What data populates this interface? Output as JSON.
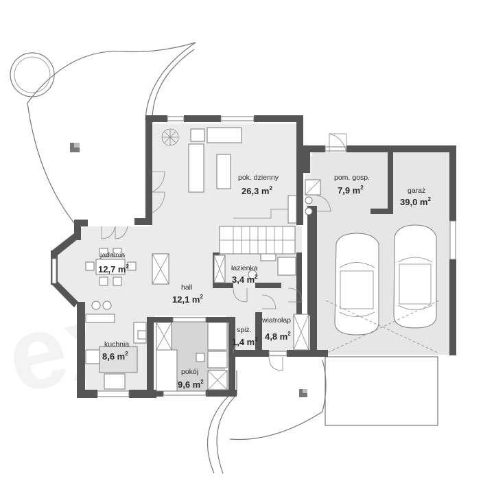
{
  "rooms": {
    "living": {
      "name": "pok. dzienny",
      "area": "26,3 m",
      "unit_exp": "2"
    },
    "utility": {
      "name": "pom. gosp.",
      "area": "7,9 m",
      "unit_exp": "2"
    },
    "garage": {
      "name": "garaż",
      "area": "39,0 m",
      "unit_exp": "2"
    },
    "dining": {
      "name": "jadalnia",
      "area": "12,7 m",
      "unit_exp": "2"
    },
    "bathroom": {
      "name": "łazienka",
      "area": "3,4 m",
      "unit_exp": "2"
    },
    "hall": {
      "name": "hall",
      "area": "12,1 m",
      "unit_exp": "2"
    },
    "kitchen": {
      "name": "kuchnia",
      "area": "8,6 m",
      "unit_exp": "2"
    },
    "pantry": {
      "name": "spiż.",
      "area": "1,4 m",
      "unit_exp": "2"
    },
    "vestibule": {
      "name": "wiatrołap",
      "area": "4,8 m",
      "unit_exp": "2"
    },
    "room": {
      "name": "pokój",
      "area": "9,6 m",
      "unit_exp": "2"
    }
  },
  "colors": {
    "wall": "#555555",
    "floor": "#ebebeb"
  }
}
